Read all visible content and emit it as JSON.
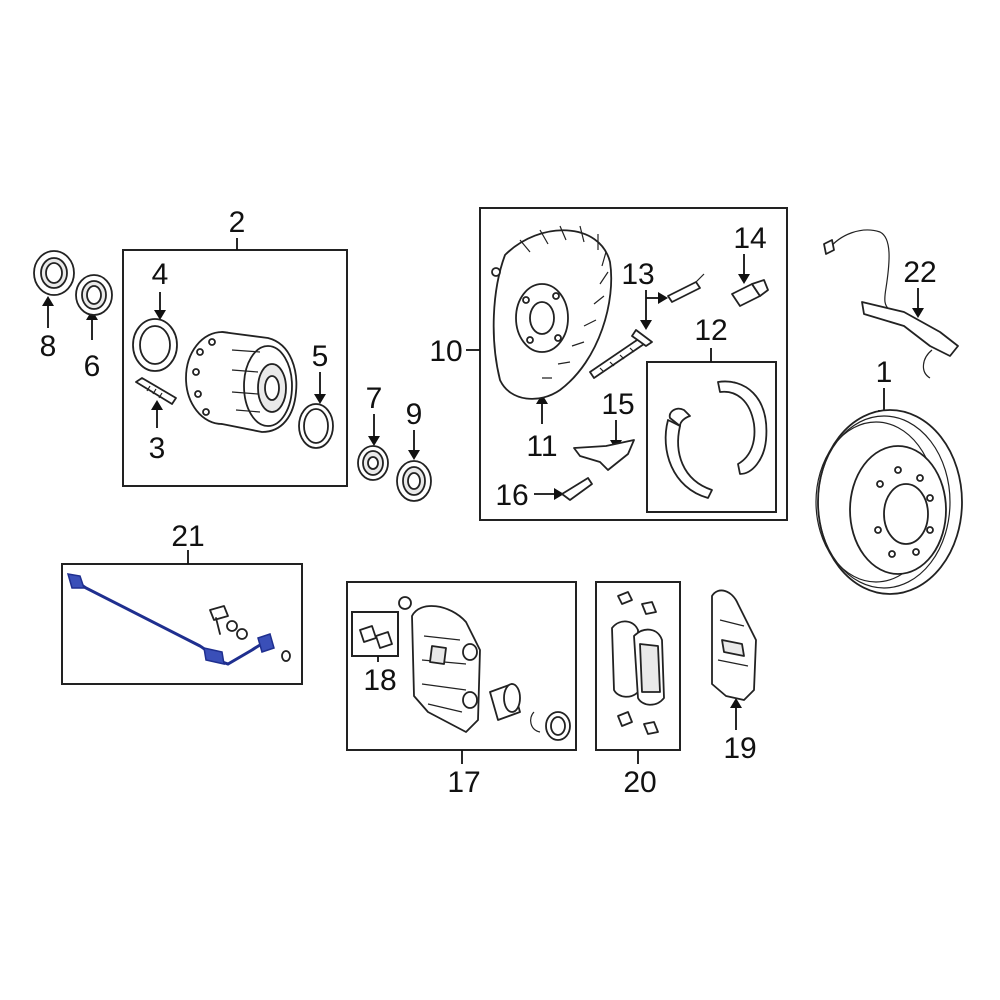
{
  "callouts": [
    {
      "id": "1",
      "text": "1"
    },
    {
      "id": "2",
      "text": "2"
    },
    {
      "id": "3",
      "text": "3"
    },
    {
      "id": "4",
      "text": "4"
    },
    {
      "id": "5",
      "text": "5"
    },
    {
      "id": "6",
      "text": "6"
    },
    {
      "id": "7",
      "text": "7"
    },
    {
      "id": "8",
      "text": "8"
    },
    {
      "id": "9",
      "text": "9"
    },
    {
      "id": "10",
      "text": "10"
    },
    {
      "id": "11",
      "text": "11"
    },
    {
      "id": "12",
      "text": "12"
    },
    {
      "id": "13",
      "text": "13"
    },
    {
      "id": "14",
      "text": "14"
    },
    {
      "id": "15",
      "text": "15"
    },
    {
      "id": "16",
      "text": "16"
    },
    {
      "id": "17",
      "text": "17"
    },
    {
      "id": "18",
      "text": "18"
    },
    {
      "id": "19",
      "text": "19"
    },
    {
      "id": "20",
      "text": "20"
    },
    {
      "id": "21",
      "text": "21"
    },
    {
      "id": "22",
      "text": "22"
    }
  ],
  "colors": {
    "line": "#222222",
    "brake_hose": "#1f2f8f"
  }
}
